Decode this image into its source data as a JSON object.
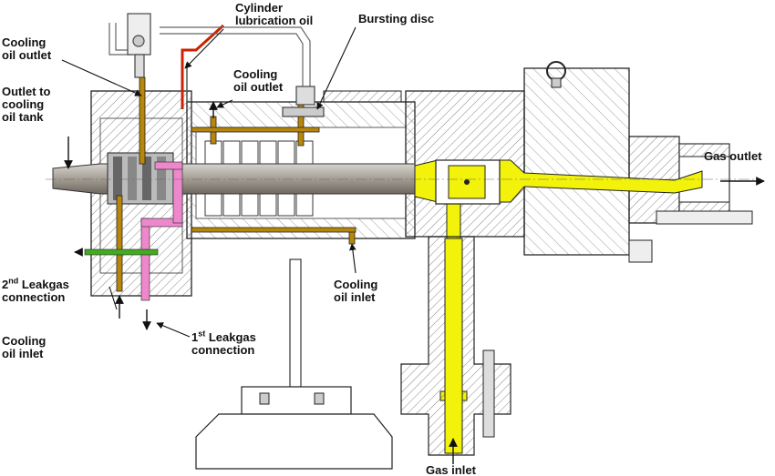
{
  "labels": {
    "cooling_oil_outlet_left": [
      "Cooling",
      "oil outlet"
    ],
    "outlet_to_cooling_tank": [
      "Outlet to",
      "cooling",
      "oil tank"
    ],
    "cylinder_lubrication": [
      "Cylinder",
      "lubrication oil"
    ],
    "cooling_oil_outlet_mid": [
      "Cooling",
      "oil outlet"
    ],
    "bursting_disc": "Bursting disc",
    "gas_outlet": "Gas outlet",
    "leakgas_2": {
      "num": "2",
      "sup": "nd",
      "rest": " Leakgas",
      "line2": "connection"
    },
    "cooling_oil_inlet_left": [
      "Cooling",
      "oil inlet"
    ],
    "leakgas_1": {
      "num": "1",
      "sup": "st",
      "rest": " Leakgas",
      "line2": "connection"
    },
    "cooling_oil_inlet_mid": [
      "Cooling",
      "oil inlet"
    ],
    "gas_inlet": "Gas inlet"
  },
  "colors": {
    "gas_path": "#f2f20a",
    "cooling_oil": "#b8860b",
    "leakgas_1": "#ee88cc",
    "leakgas_2": "#44aa22",
    "lubrication_oil": "#cc2200",
    "piston_rod": "#a8a29a",
    "hatch": "#555555",
    "outline": "#222222"
  }
}
